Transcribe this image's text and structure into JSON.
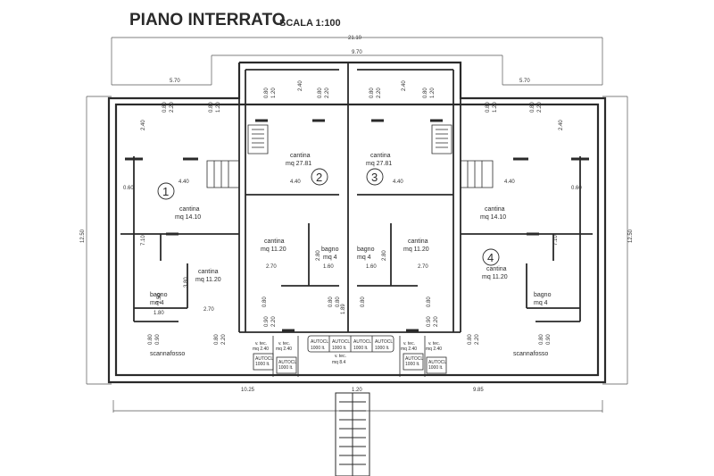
{
  "header": {
    "title": "PIANO INTERRATO",
    "scale": "SCALA 1:100"
  },
  "dimensions": {
    "overall_width": "21.10",
    "top_width": "9.70",
    "left_width": "5.70",
    "right_width": "5.70",
    "left_height": "12.50",
    "right_height": "12.50",
    "bottom_left": "10.25",
    "bottom_right": "9.85",
    "bottom_center": "1.20",
    "left_inner_height": "7.10",
    "right_inner_height": "7.10"
  },
  "units": [
    "1",
    "2",
    "3",
    "4"
  ],
  "rooms": {
    "cantina_2_name": "cantina",
    "cantina_2_area": "mq 27.81",
    "cantina_3_name": "cantina",
    "cantina_3_area": "mq 27.81",
    "cantina_1a_name": "cantina",
    "cantina_1a_area": "mq 14.10",
    "cantina_4a_name": "cantina",
    "cantina_4a_area": "mq 14.10",
    "cantina_1b_name": "cantina",
    "cantina_1b_area": "mq 11.20",
    "cantina_4b_name": "cantina",
    "cantina_4b_area": "mq 11.20",
    "cantina_2b_name": "cantina",
    "cantina_2b_area": "mq 11.20",
    "cantina_3b_name": "cantina",
    "cantina_3b_area": "mq 11.20",
    "bagno_1_name": "bagno",
    "bagno_1_area": "mq 4",
    "bagno_2_name": "bagno",
    "bagno_2_area": "mq 4",
    "bagno_3_name": "bagno",
    "bagno_3_area": "mq 4",
    "bagno_4_name": "bagno",
    "bagno_4_area": "mq 4",
    "scannafosso_left": "scannafosso",
    "scannafosso_right": "scannafosso"
  },
  "technical": {
    "vtec_label": "v. tec.",
    "vtec_area": "mq 2.40",
    "vtec_center_area": "mq 8.4",
    "autocl": "AUTOCL",
    "autocl_cap": "1000 lt."
  },
  "annotations": {
    "a_080": "0.80",
    "a_090": "0.90",
    "a_120": "1.20",
    "a_220": "2.20",
    "a_240": "2.40",
    "a_270": "2.70",
    "a_280": "2.80",
    "a_160": "1.60",
    "a_180": "1.80",
    "a_250": "2.50",
    "a_380": "3.80",
    "a_440": "4.40",
    "a_060": "0.60",
    "a_189": "1.89"
  }
}
